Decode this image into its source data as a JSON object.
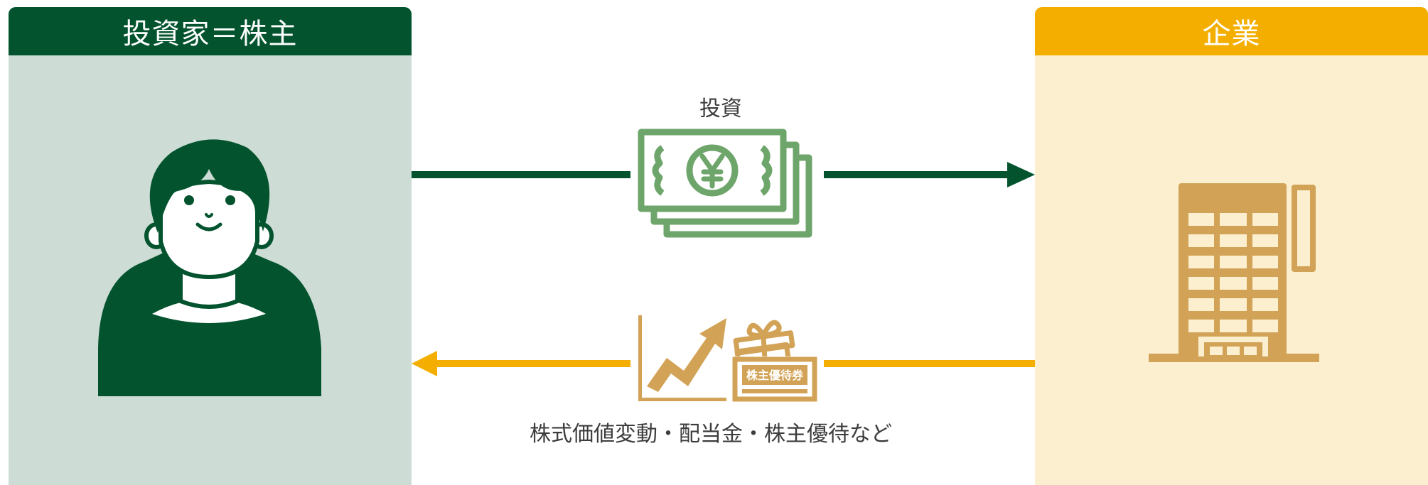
{
  "investor": {
    "title": "投資家＝株主",
    "icon": "person-icon"
  },
  "company": {
    "title": "企業",
    "icon": "office-building-icon"
  },
  "flows": {
    "investment": {
      "label": "投資",
      "icon": "yen-banknotes-icon",
      "color": "#03542e"
    },
    "returns": {
      "label": "株式価値変動・配当金・株主優待など",
      "icons": [
        "rising-chart-icon",
        "gift-voucher-icon"
      ],
      "voucher_text": "株主優待券",
      "color": "#f4ae00"
    }
  },
  "colors": {
    "dark_green": "#03542e",
    "light_green": "#cddcd5",
    "money_green": "#6da56a",
    "orange": "#f4ae00",
    "cream": "#fcefcf",
    "gold": "#d2a356"
  }
}
